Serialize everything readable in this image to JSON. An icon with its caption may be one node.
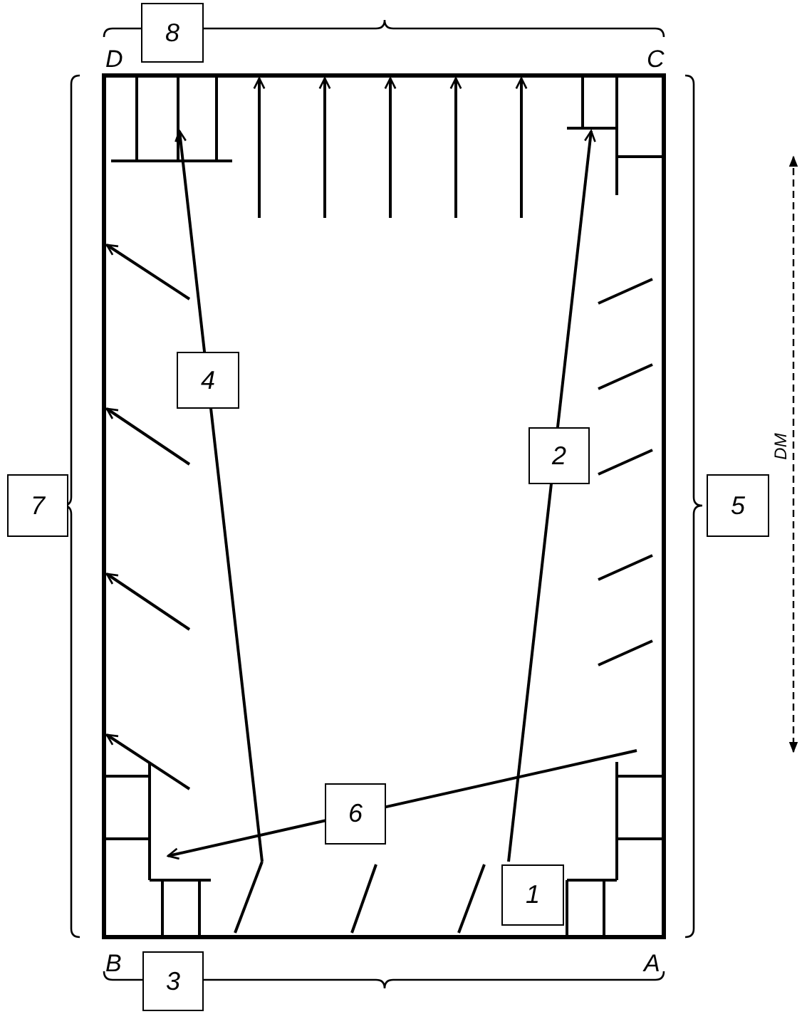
{
  "diagram": {
    "nodes": [
      {
        "text": [
          "8"
        ]
      },
      {
        "text": [
          "7"
        ]
      },
      {
        "text": [
          "4"
        ]
      },
      {
        "text": [
          "2"
        ]
      },
      {
        "text": [
          "5"
        ]
      },
      {
        "text": [
          "6"
        ]
      },
      {
        "text": [
          "1"
        ]
      },
      {
        "text": [
          "3"
        ]
      }
    ],
    "labels": [
      "D",
      "C",
      "DM",
      "B",
      "A"
    ]
  }
}
